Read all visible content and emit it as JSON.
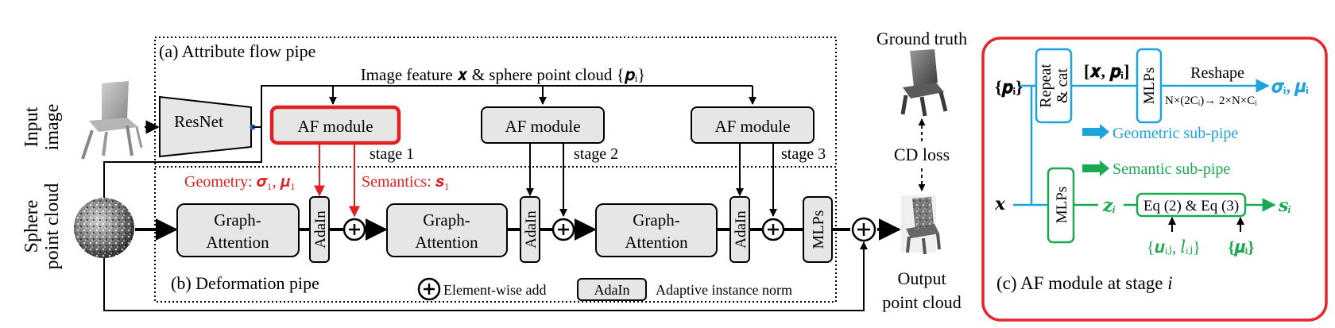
{
  "colors": {
    "red": "#e02020",
    "blue": "#1ea3dc",
    "green": "#1aa850",
    "box_fill": "#e6e6e6",
    "panel_border": "#e8242a"
  },
  "left": {
    "input_image_label": [
      "Input",
      "image"
    ],
    "sphere_label": [
      "Sphere",
      "point cloud"
    ],
    "chair_picture": "chair-image",
    "sphere_picture": "sphere-point-cloud-image"
  },
  "pipe": {
    "attribute_flow_title": "(a) Attribute flow pipe",
    "image_feature_label": "Image feature 𝒙 & sphere point cloud {𝒑ᵢ}",
    "resnet": "ResNet",
    "af_module": "AF module",
    "stage1": "stage 1",
    "stage2": "stage 2",
    "stage3": "stage 3",
    "geometry_label": "Geometry: 𝝈₁, 𝝁₁",
    "semantics_label": "Semantics: 𝒔₁",
    "graph_attention": [
      "Graph-",
      "Attention"
    ],
    "adain": "AdaIn",
    "mlps": "MLPs",
    "deformation_title": "(b) Deformation pipe",
    "legend_add": "Element-wise add",
    "legend_adain_box": "AdaIn",
    "legend_adain_text": "Adaptive instance norm"
  },
  "middle": {
    "ground_truth": "Ground truth",
    "cd_loss": "CD loss",
    "output": [
      "Output",
      "point cloud"
    ]
  },
  "panel_c": {
    "p_input": "{𝒑ᵢ}",
    "x_input": "𝒙",
    "repeat_cat": [
      "Repeat",
      "& cat"
    ],
    "xp_label": "[𝒙, 𝒑ᵢ]",
    "mlps": "MLPs",
    "reshape": "Reshape",
    "reshape_dims": "N×(2Cᵢ)→ 2×N×Cᵢ",
    "sigma_mu_out": "𝝈ᵢ, 𝝁ᵢ",
    "geometric_legend": "Geometric sub-pipe",
    "semantic_legend": "Semantic sub-pipe",
    "z_label": "𝒛ᵢ",
    "eq_box": "Eq (2) & Eq (3)",
    "s_out": "𝒔ᵢ",
    "u_l_label": "{𝒖ᵢⱼ, 𝑙ᵢⱼ}",
    "mu_label": "{𝝁ᵢ}",
    "title": "(c) AF module at stage ",
    "title_var": "i"
  }
}
